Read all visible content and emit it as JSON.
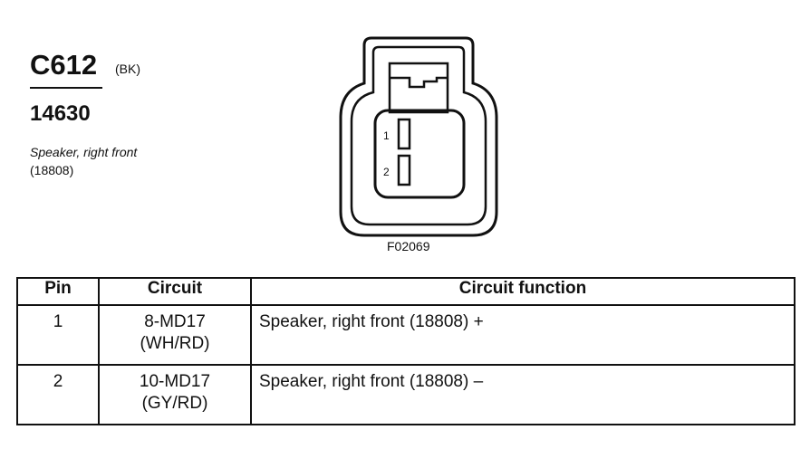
{
  "header": {
    "connector_id": "C612",
    "connector_color": "(BK)",
    "part_number": "14630",
    "description": "Speaker, right front",
    "description_ref": "(18808)"
  },
  "diagram": {
    "figure_code": "F02069",
    "pins": [
      "1",
      "2"
    ]
  },
  "table": {
    "headers": [
      "Pin",
      "Circuit",
      "Circuit function"
    ],
    "rows": [
      {
        "pin": "1",
        "circuit_code": "8-MD17",
        "circuit_wire": "(WH/RD)",
        "function": "Speaker, right front (18808) +"
      },
      {
        "pin": "2",
        "circuit_code": "10-MD17",
        "circuit_wire": "(GY/RD)",
        "function": "Speaker, right front (18808) –"
      }
    ]
  }
}
